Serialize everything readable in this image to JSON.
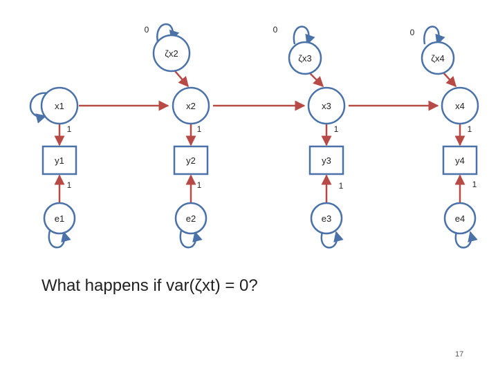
{
  "nodes": {
    "zeta_x2": "ζx2",
    "zeta_x3": "ζx3",
    "zeta_x4": "ζx4",
    "x1": "x1",
    "x2": "x2",
    "x3": "x3",
    "x4": "x4",
    "y1": "y1",
    "y2": "y2",
    "y3": "y3",
    "y4": "y4",
    "e1": "e1",
    "e2": "e2",
    "e3": "e3",
    "e4": "e4"
  },
  "variances": {
    "zeta_x2": "0",
    "zeta_x3": "0",
    "zeta_x4": "0"
  },
  "loadings": {
    "x1_y1": "1",
    "x2_y2": "1",
    "x3_y3": "1",
    "x4_y4": "1",
    "e1_y1": "1",
    "e2_y2": "1",
    "e3_y3": "1",
    "e4_y4": "1"
  },
  "question": "What happens if var(ζxt) = 0?",
  "page_number": "17",
  "colors": {
    "node_stroke": "#4a72a8",
    "path_arrow": "#b84a45",
    "variance_arrow": "#4a72a8"
  }
}
